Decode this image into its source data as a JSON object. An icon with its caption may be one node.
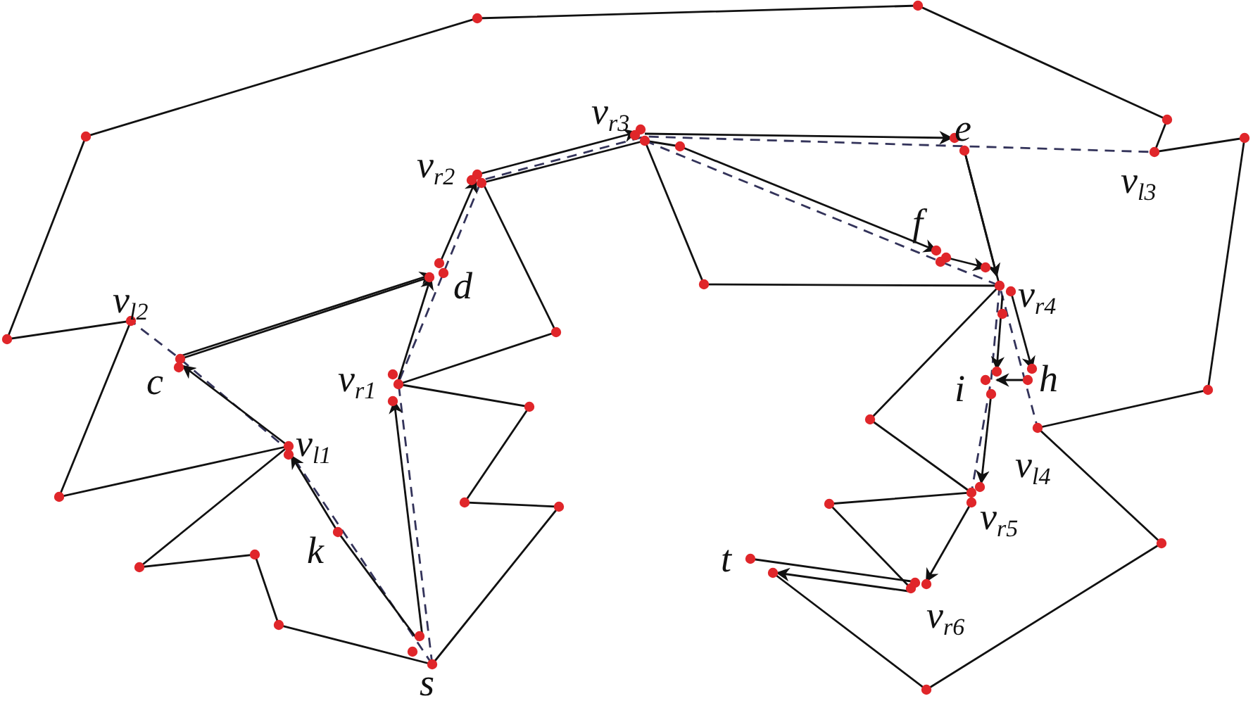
{
  "diagram": {
    "labels": [
      "v$_{r3}$",
      "e",
      "v$_{r2}$",
      "v$_{l3}$",
      "f",
      "v$_{l2}$",
      "d",
      "v$_{r4}$",
      "c",
      "v$_{r1}$",
      "i",
      "h",
      "v$_{l1}$",
      "v$_{l4}$",
      "v$_{r5}$",
      "k",
      "t",
      "v$_{r6}$",
      "s"
    ]
  }
}
